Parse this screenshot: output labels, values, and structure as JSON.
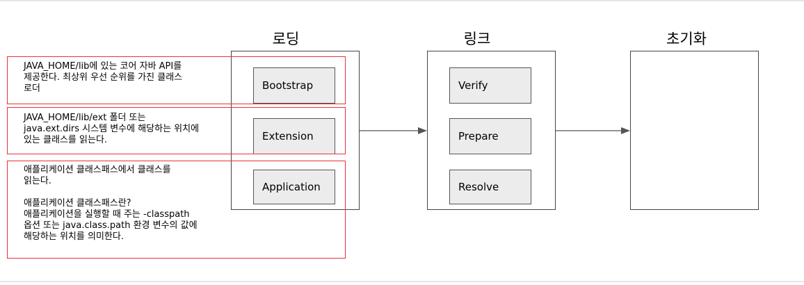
{
  "stages": {
    "loading": {
      "title": "로딩",
      "steps": [
        "Bootstrap",
        "Extension",
        "Application"
      ]
    },
    "linking": {
      "title": "링크",
      "steps": [
        "Verify",
        "Prepare",
        "Resolve"
      ]
    },
    "initialization": {
      "title": "초기화"
    }
  },
  "notes": {
    "bootstrap": "JAVA_HOME/lib에 있는 코어 자바 API를\n제공한다. 최상위 우선 순위를 가진 클래스\n로더",
    "extension": "JAVA_HOME/lib/ext 폴더 또는\njava.ext.dirs 시스템 변수에 해당하는 위치에\n있는 클래스를 읽는다.",
    "application": "애플리케이션 클래스패스에서 클래스를\n읽는다.\n\n애플리케이션 클래스패스란?\n애플리케이션을 실행할 때 주는 -classpath\n옵션 또는 java.class.path 환경 변수의 값에\n해당하는 위치를 의미한다."
  },
  "colors": {
    "note_border": "#e53238",
    "step_fill": "#ececec",
    "arrow": "#555555"
  }
}
